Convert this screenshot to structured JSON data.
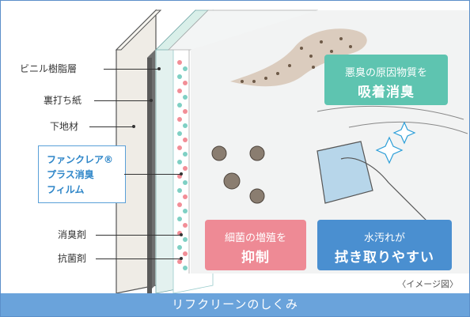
{
  "layers": {
    "vinyl_resin": "ビニル樹脂層",
    "backing_paper": "裏打ち紙",
    "base_material": "下地材",
    "deodorant": "消臭剤",
    "antibacterial": "抗菌剤"
  },
  "film": {
    "line1": "ファンクレア®",
    "line2": "プラス消臭",
    "line3": "フィルム"
  },
  "badges": {
    "odor": {
      "small": "悪臭の原因物質を",
      "big": "吸着消臭",
      "color": "#5ec4b0"
    },
    "bacteria": {
      "small": "細菌の増殖を",
      "big": "抑制",
      "color": "#ee8a95"
    },
    "water": {
      "small": "水汚れが",
      "big": "拭き取りやすい",
      "color": "#4a8fd0"
    }
  },
  "caption": "〈イメージ図〉",
  "footer": "リフクリーンのしくみ",
  "colors": {
    "accent": "#6aa3db",
    "film_text": "#2e86c8"
  }
}
